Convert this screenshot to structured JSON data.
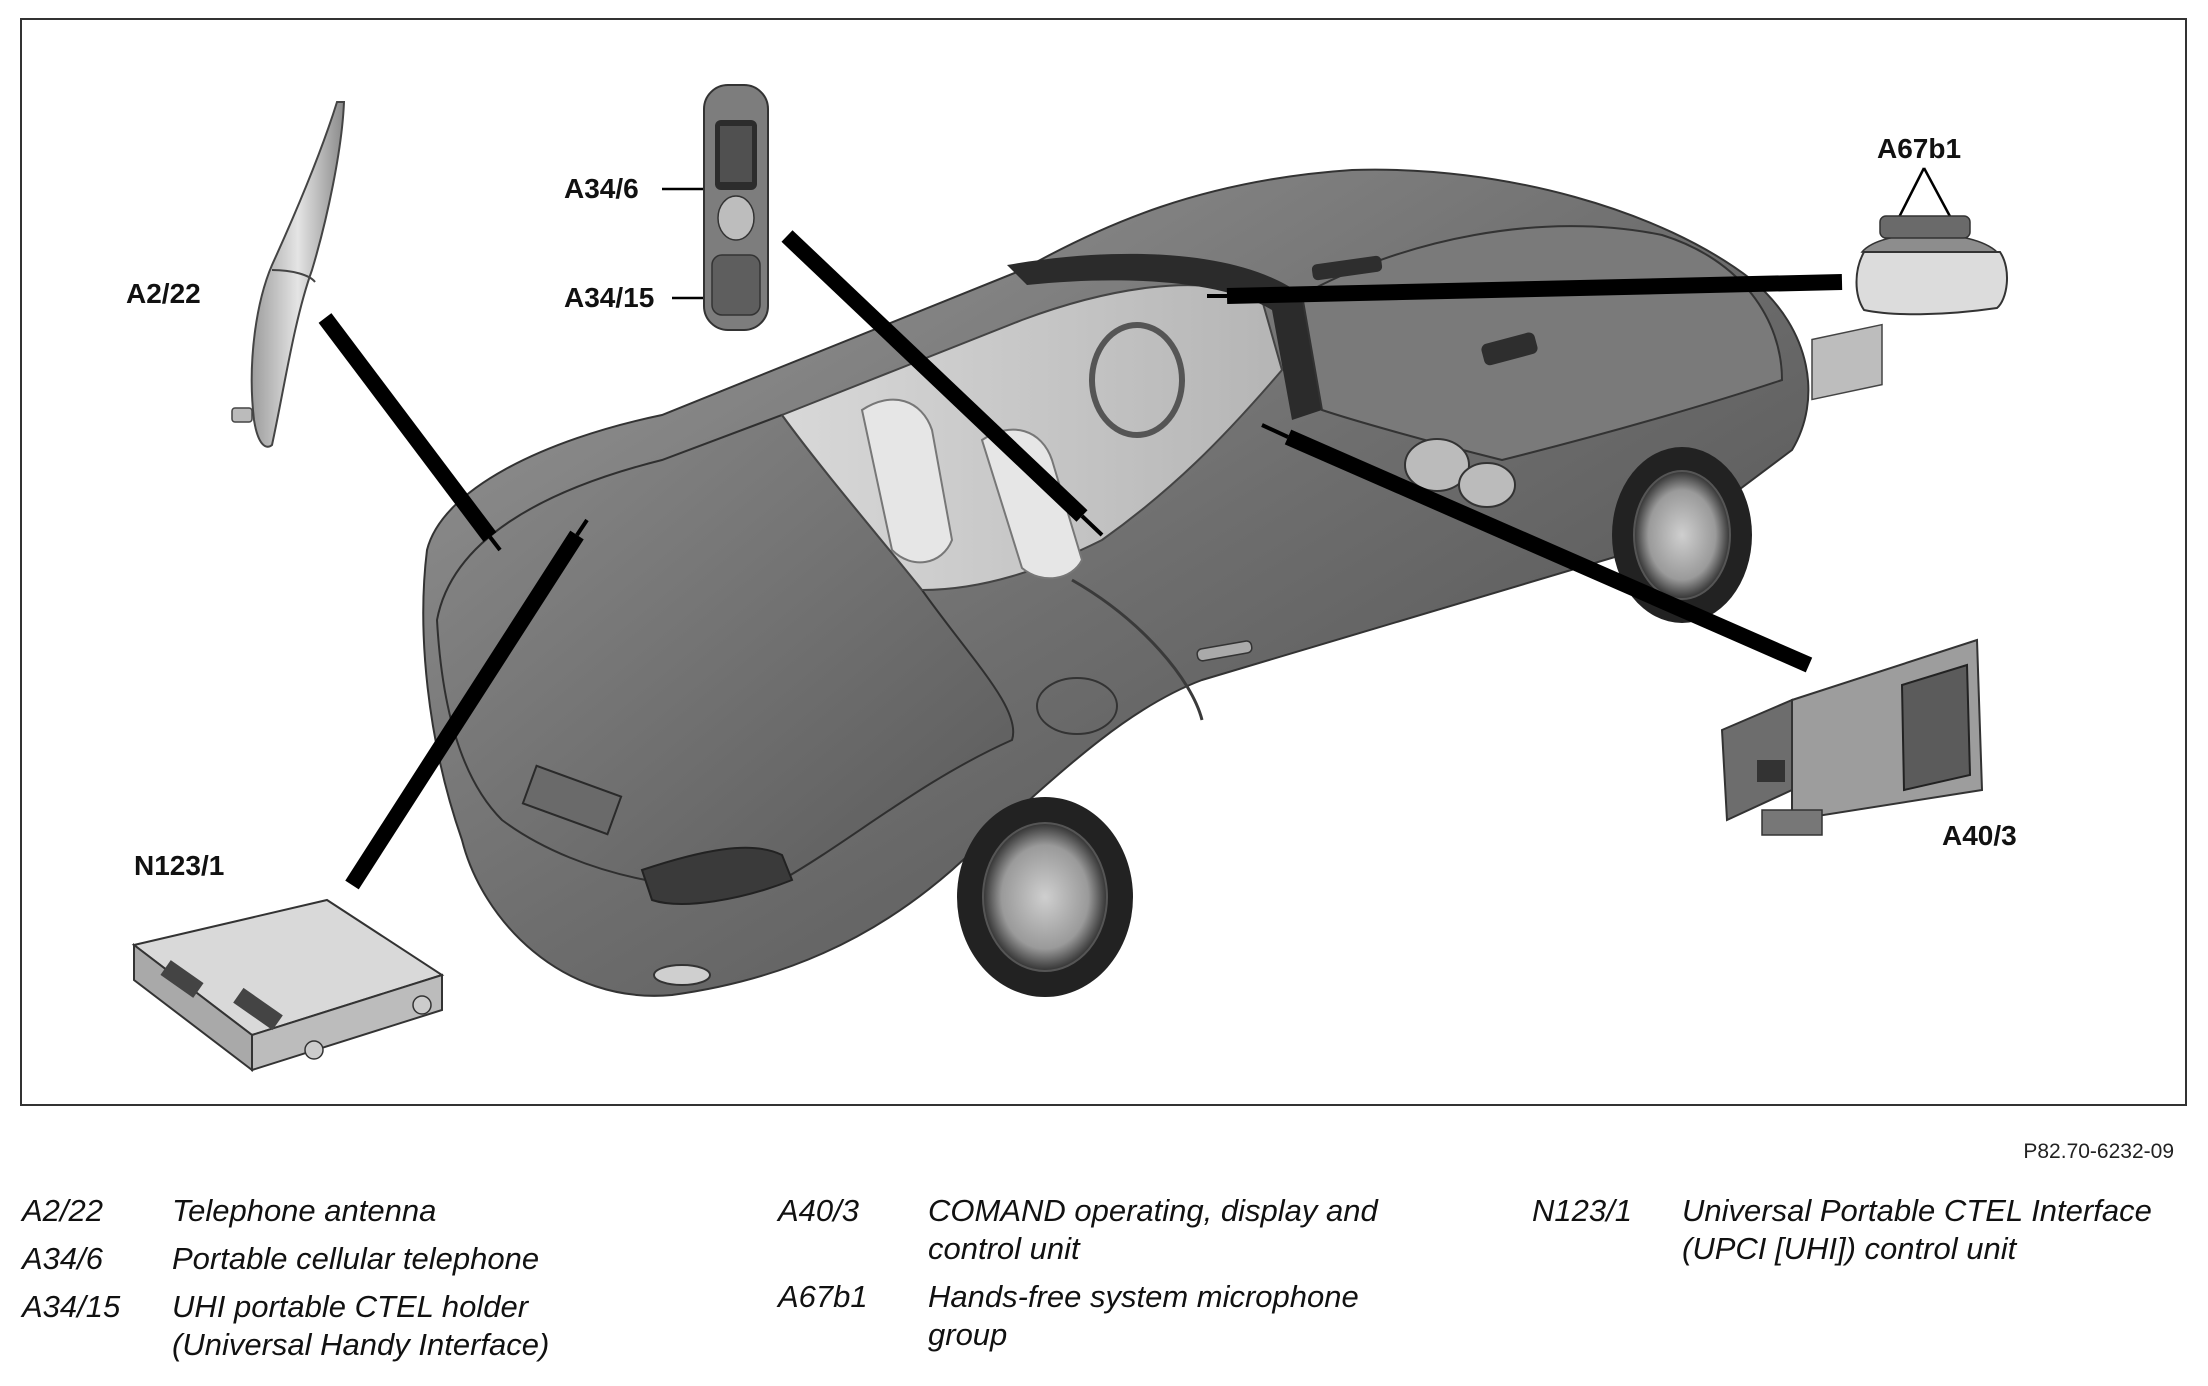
{
  "figure_ref": "P82.70-6232-09",
  "callouts": {
    "a2_22": "A2/22",
    "a34_6": "A34/6",
    "a34_15": "A34/15",
    "a67b1": "A67b1",
    "n123_1": "N123/1",
    "a40_3": "A40/3"
  },
  "legend": {
    "col1": [
      {
        "code": "A2/22",
        "desc": "Telephone antenna"
      },
      {
        "code": "A34/6",
        "desc": "Portable cellular telephone"
      },
      {
        "code": "A34/15",
        "desc": "UHI portable CTEL holder (Universal Handy Interface)"
      }
    ],
    "col2": [
      {
        "code": "A40/3",
        "desc": "COMAND operating, display and control unit"
      },
      {
        "code": "A67b1",
        "desc": "Hands-free system microphone group"
      }
    ],
    "col3": [
      {
        "code": "N123/1",
        "desc": "Universal Portable CTEL Interface (UPCI [UHI]) control unit"
      }
    ]
  }
}
